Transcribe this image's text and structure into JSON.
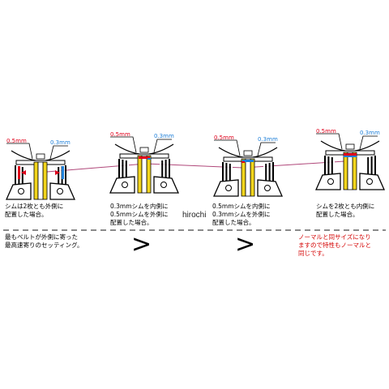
{
  "labels": {
    "shim_05": "0.5mm",
    "shim_03": "0.3mm"
  },
  "panels": [
    {
      "caption": "シムは2枚とも外側に\n配置した場合。"
    },
    {
      "caption": "0.3mmシムを内側に\n0.5mmシムを外側に\n配置した場合。"
    },
    {
      "caption": "0.5mmシムを内側に\n0.3mmシムを外側に\n配置した場合。"
    },
    {
      "caption": "シムを2枚とも内側に\n配置した場合。"
    }
  ],
  "bottom": {
    "left_note": "最もベルトが外側に寄った\n最高速寄りのセッティング。",
    "symbol_1": ">",
    "symbol_2": ">",
    "right_note": "ノーマルと同サイズになり\nますので特性もノーマルと\n同じです。"
  },
  "watermark": "hirochi",
  "colors": {
    "red": "#e0001b",
    "blue": "#1e7fd8",
    "yellow": "#f2d51c",
    "magenta": "#b0487a"
  }
}
